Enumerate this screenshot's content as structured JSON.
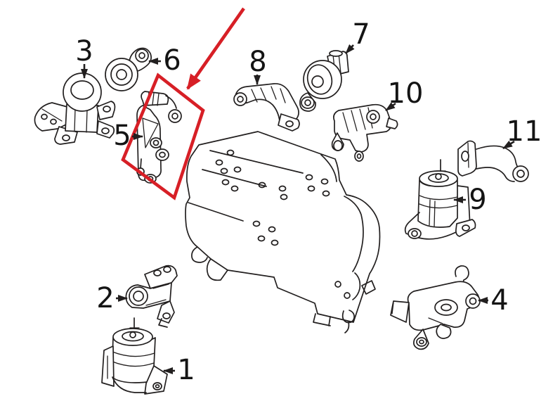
{
  "diagram": {
    "type": "parts-diagram",
    "background_color": "#ffffff",
    "line_color": "#221f1f",
    "highlight_color": "#d71f26",
    "callouts": [
      {
        "label": "1"
      },
      {
        "label": "2"
      },
      {
        "label": "3"
      },
      {
        "label": "4"
      },
      {
        "label": "5"
      },
      {
        "label": "6"
      },
      {
        "label": "7"
      },
      {
        "label": "8"
      },
      {
        "label": "9"
      },
      {
        "label": "10"
      },
      {
        "label": "11"
      }
    ],
    "highlight": {
      "target_label": "5",
      "shape": "rotated-rectangle",
      "has_arrow": true
    }
  }
}
